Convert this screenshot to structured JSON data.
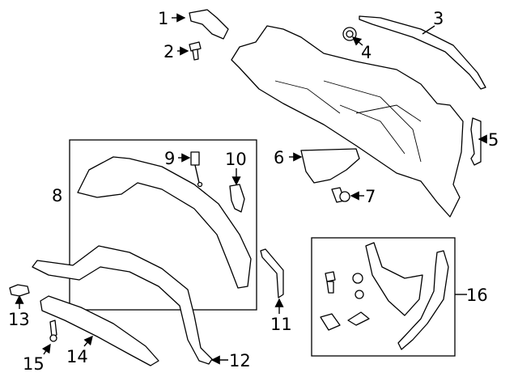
{
  "diagram": {
    "callouts": [
      "1",
      "2",
      "3",
      "4",
      "5",
      "6",
      "7",
      "8",
      "9",
      "10",
      "11",
      "12",
      "13",
      "14",
      "15",
      "16"
    ],
    "colors": {
      "line": "#000000",
      "background": "#ffffff"
    }
  }
}
